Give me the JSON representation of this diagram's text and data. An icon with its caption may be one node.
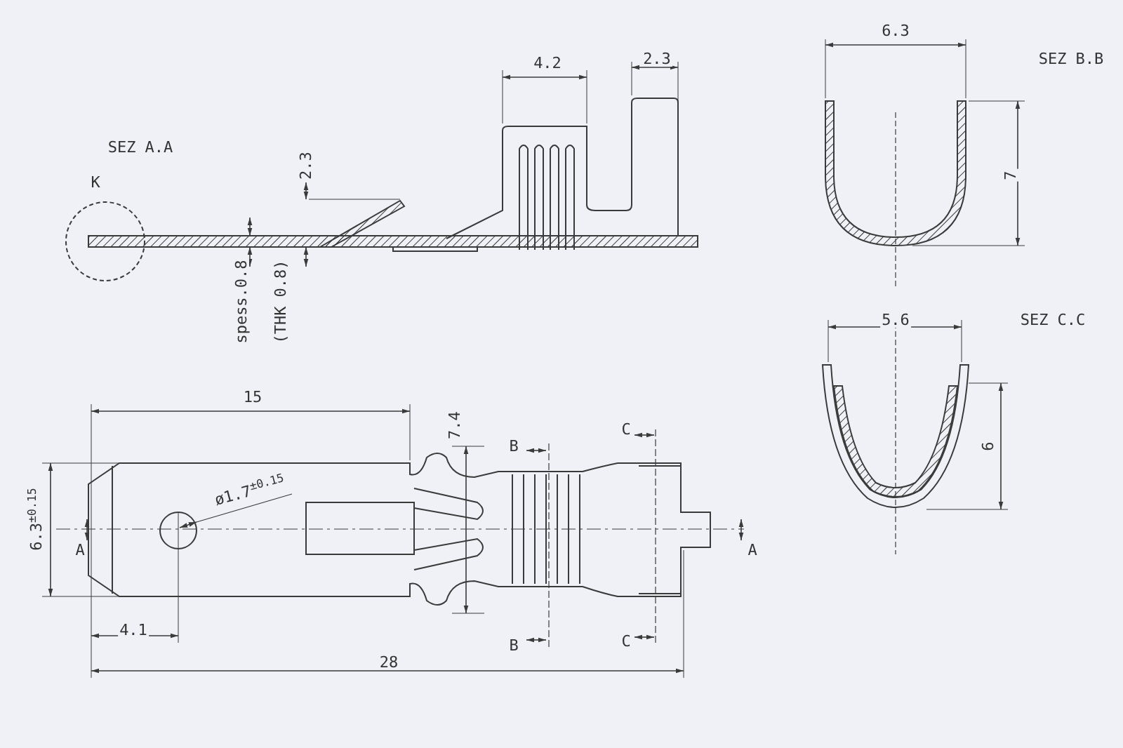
{
  "diagram": {
    "labels": [
      "4.2",
      "2.3",
      "6.3",
      "SEZ B.B",
      "SEZ A.A",
      "K",
      "2.3",
      "7",
      "spess.0.8",
      "(THK 0.8)",
      "5.6",
      "SEZ C.C",
      "15",
      "7.4",
      "B",
      "C",
      "6.3$^{±0.15}$",
      "ø1.7$^{±0.15}$",
      "A",
      "A",
      "6",
      "4.1",
      "B",
      "C",
      "28"
    ]
  }
}
